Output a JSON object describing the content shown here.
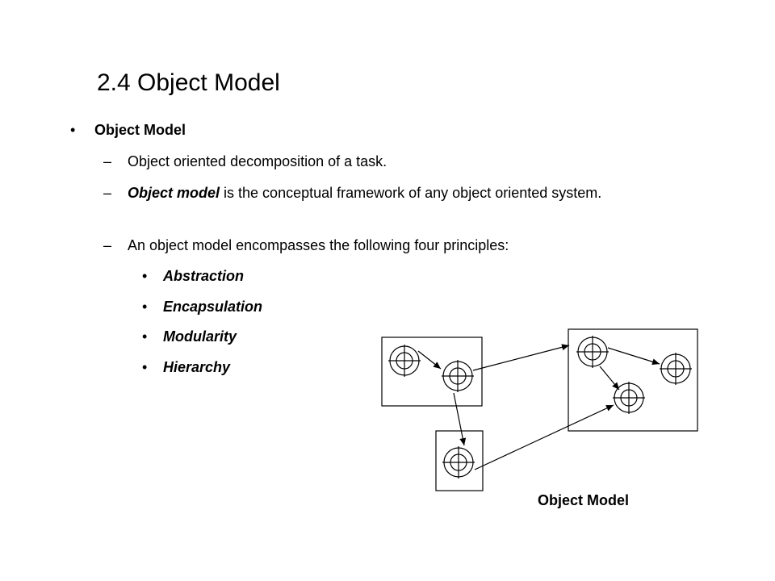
{
  "slide": {
    "title": "2.4 Object Model",
    "bullet_symbol": "•",
    "dash_symbol": "–",
    "main_bullet": "Object Model",
    "sub_items": [
      {
        "emph": "",
        "text": "Object oriented decomposition of a task."
      },
      {
        "emph": "Object model",
        "text": " is the conceptual framework of any object oriented system."
      },
      {
        "emph": "",
        "text": "An object model encompasses the following four principles:"
      }
    ],
    "principles": [
      "Abstraction",
      "Encapsulation",
      "Modularity",
      "Hierarchy"
    ],
    "diagram_caption": "Object Model"
  }
}
